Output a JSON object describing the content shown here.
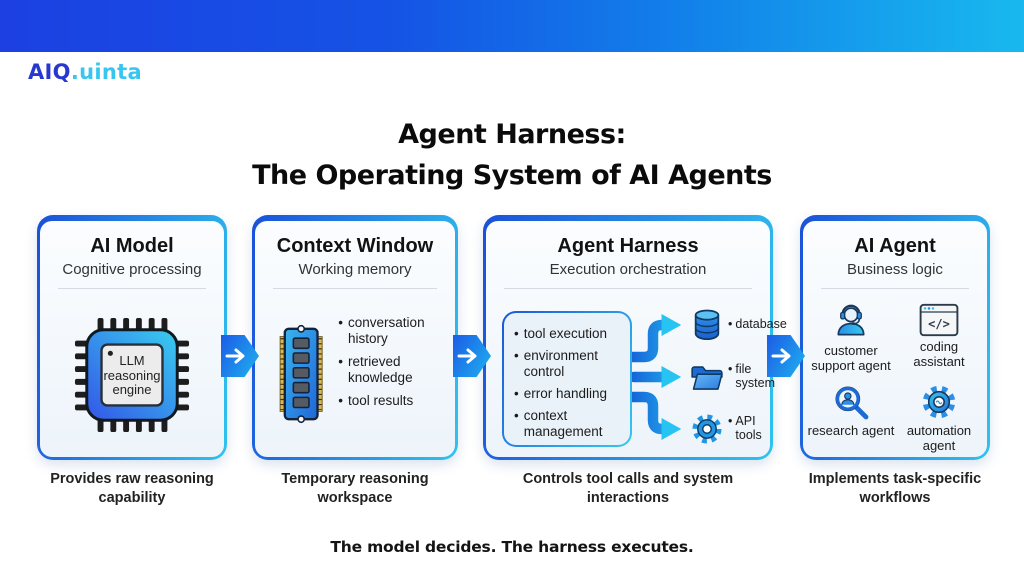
{
  "brand": {
    "primary": "AIQ",
    "accent": ".uinta"
  },
  "title": {
    "line1": "Agent Harness:",
    "line2": "The Operating System of AI Agents"
  },
  "ui": {
    "bullet": "•"
  },
  "cards": [
    {
      "title": "AI Model",
      "subtitle": "Cognitive processing",
      "chip_label": "LLM reasoning engine",
      "caption": "Provides raw reasoning capability"
    },
    {
      "title": "Context Window",
      "subtitle": "Working memory",
      "bullets": [
        "conversation history",
        "retrieved knowledge",
        "tool results"
      ],
      "caption": "Temporary reasoning workspace"
    },
    {
      "title": "Agent Harness",
      "subtitle": "Execution orchestration",
      "bullets": [
        "tool execution",
        "environment control",
        "error handling",
        "context management"
      ],
      "targets": [
        {
          "icon": "database-icon",
          "label": "database"
        },
        {
          "icon": "folder-icon",
          "label": "file system"
        },
        {
          "icon": "gear-icon",
          "label": "API tools"
        }
      ],
      "caption": "Controls tool calls and system interactions"
    },
    {
      "title": "AI Agent",
      "subtitle": "Business logic",
      "agents": [
        {
          "icon": "headset-agent-icon",
          "label": "customer support agent"
        },
        {
          "icon": "code-window-icon",
          "label": "coding assistant",
          "glyph": "</>"
        },
        {
          "icon": "research-magnifier-icon",
          "label": "research agent"
        },
        {
          "icon": "automation-gear-icon",
          "label": "automation agent"
        }
      ],
      "caption": "Implements task-specific workflows"
    }
  ],
  "footer": {
    "tagline": "The model decides. The harness executes."
  },
  "colors": {
    "accent_blue": "#1b50da",
    "accent_cyan": "#2fc3ee",
    "header_left": "#1c40e2",
    "header_right": "#18b9ee"
  }
}
